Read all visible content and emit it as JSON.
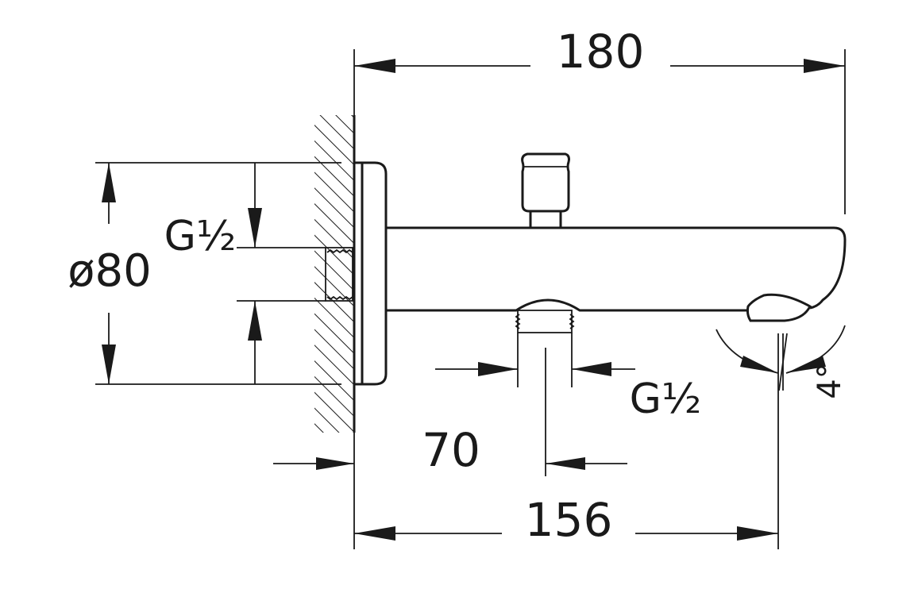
{
  "drawing": {
    "dimensions": {
      "overall_length": "180",
      "wall_to_inlet": "70",
      "wall_to_outlet": "156",
      "rosette_diameter": "ø80",
      "spout_angle": "4°"
    },
    "thread_labels": {
      "wall_inlet_thread": "G½",
      "diverter_thread": "G½"
    }
  }
}
